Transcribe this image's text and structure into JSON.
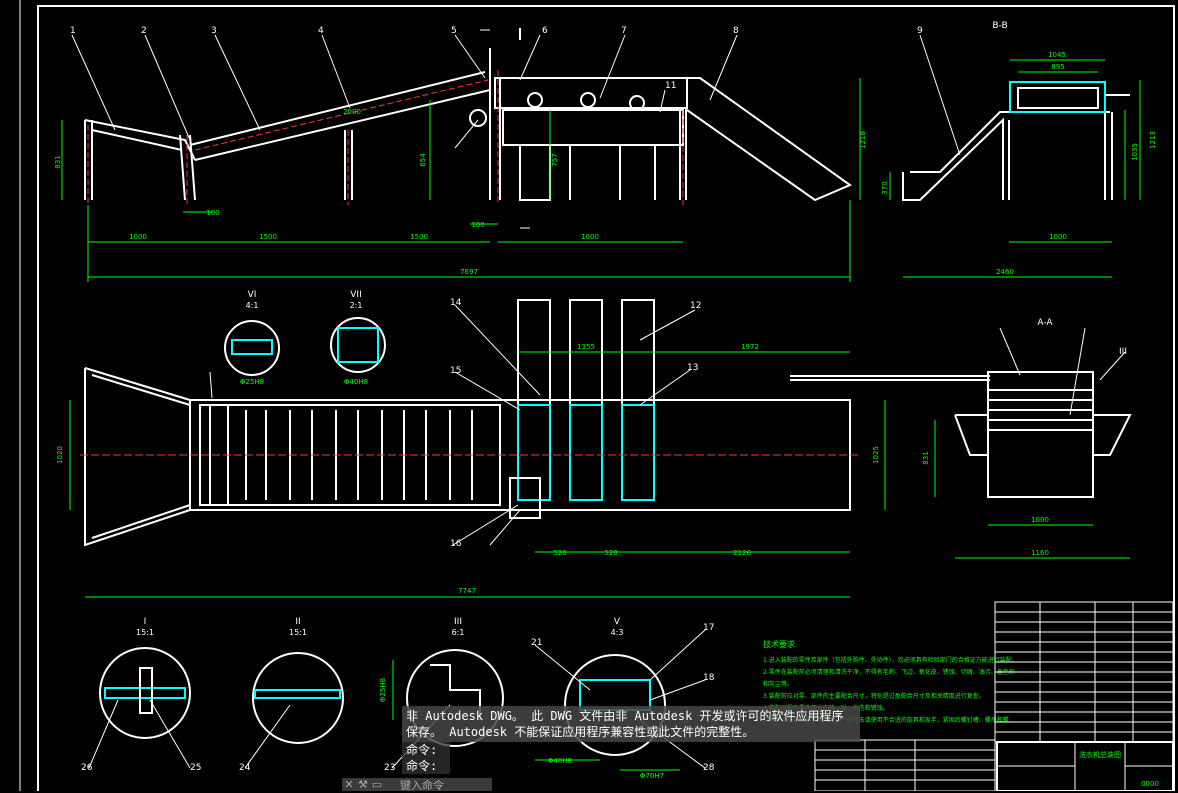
{
  "drawing": {
    "balloons": [
      "1",
      "2",
      "3",
      "4",
      "5",
      "6",
      "7",
      "8",
      "9",
      "11",
      "12",
      "13",
      "14",
      "15",
      "16",
      "17",
      "18",
      "21",
      "23",
      "24",
      "25",
      "26",
      "28"
    ],
    "section_labels": {
      "bb": "B-B",
      "aa": "A-A",
      "vi": "VI",
      "vi_scale": "4:1",
      "vii": "VII",
      "vii_scale": "2:1",
      "i": "I",
      "i_scale": "15:1",
      "ii": "II",
      "ii_scale": "15:1",
      "iii": "III",
      "iii_scale": "6:1",
      "v": "V",
      "v_scale": "4:3",
      "iii_mark": "III"
    },
    "dims_top": {
      "d1": "1000",
      "d2": "1500",
      "d3": "1500",
      "d4": "1000",
      "d_total": "7697",
      "d_side": "1000",
      "d_side_total": "2460",
      "d_bb_width": "1045",
      "d_bb_inner": "895",
      "d_height_left": "831",
      "d_height_mid": "1218",
      "d_height_right": "1213",
      "d_h2": "757",
      "d_h3": "654",
      "d_h4": "1035",
      "d_h5": "2000",
      "d_small": "100",
      "d_small2": "100",
      "d_h6": "370"
    },
    "dims_plan": {
      "d_top": "1355",
      "d_top2": "1972",
      "d_left_h": "1020",
      "d_right_h": "1025",
      "d_b1": "520",
      "d_b2": "520",
      "d_b3": "2126",
      "d_total": "7747",
      "d_aa_w": "1000",
      "d_aa_total": "1160",
      "d_aa_h": "831",
      "d_vi": "Φ25H8",
      "d_vii": "Φ40H8"
    },
    "dims_detail": {
      "d1": "Φ25H8",
      "d2": "Φ40H8",
      "d3": "Φ70H7"
    },
    "notes_title": "技术要求",
    "notes": [
      "1.进入装配的零件及部件（包括外购件、外协件），均必须具有检验部门的合格证方能进行装配。",
      "2.零件在装配前必须清理和清洗干净，不得有毛刺、飞边、氧化皮、锈蚀、切屑、油污、着色剂",
      "和灰尘等。",
      "3.装配前应对零、部件的主要配合尺寸，特别是过盈配合尺寸及相关精度进行复查。",
      "4.装配过程中零件不允许磕、碰、划伤和锈蚀。",
      "5.螺钉、螺栓和螺母紧固时，严禁打击或使用不合适的旋具和扳手，紧固后螺钉槽、螺母和螺"
    ],
    "title_block": {
      "name": "洗衣机总装图",
      "code": "0000"
    }
  },
  "command": {
    "warning": "非 Autodesk DWG。 此 DWG 文件由非 Autodesk 开发或许可的软件应用程序\n保存。 Autodesk 不能保证应用程序兼容性或此文件的完整性。",
    "line1": "命令:",
    "line2": "命令:",
    "input_placeholder": "键入命令"
  },
  "colors": {
    "background": "#000000",
    "outline": "#ffffff",
    "dimension": "#00ff00",
    "center": "#ff0000",
    "hatch": "#00ffff"
  }
}
